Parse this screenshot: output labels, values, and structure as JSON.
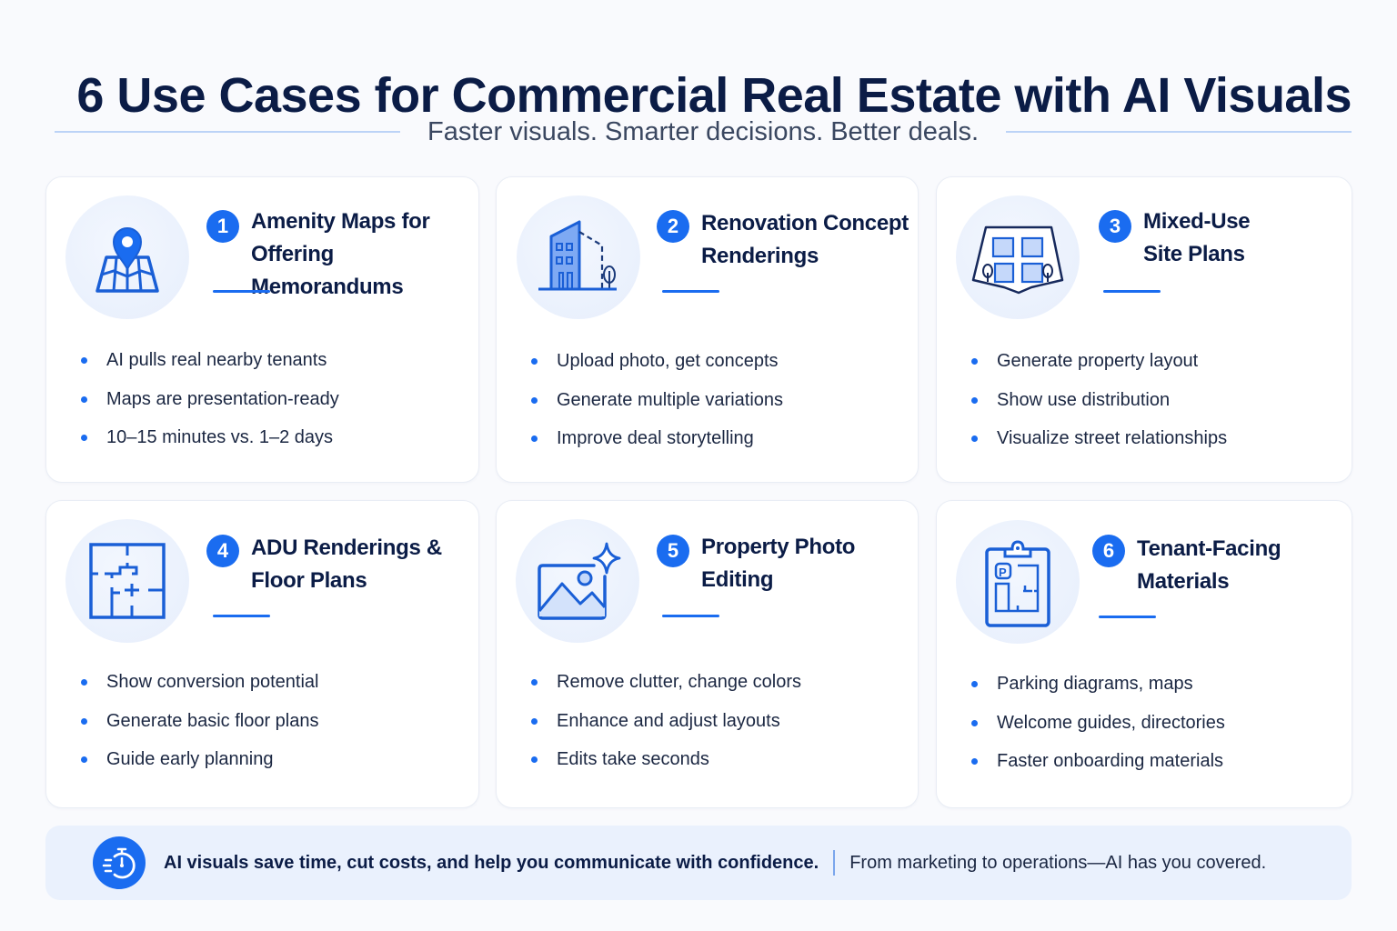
{
  "header": {
    "title": "6 Use Cases for Commercial Real Estate with AI Visuals",
    "subtitle": "Faster visuals. Smarter decisions. Better deals."
  },
  "colors": {
    "accent": "#1a6cf0",
    "title": "#0b1c46",
    "icon_bg": "#e6eefc",
    "footer_bg": "#eaf1fd"
  },
  "cards": [
    {
      "number": "1",
      "icon": "map-pin-icon",
      "title_line1": "Amenity Maps for",
      "title_line2": "Offering Memorandums",
      "bullets": [
        "AI pulls real nearby tenants",
        "Maps are presentation-ready",
        "10–15 minutes vs. 1–2 days"
      ]
    },
    {
      "number": "2",
      "icon": "building-renovation-icon",
      "title_line1": "Renovation Concept",
      "title_line2": "Renderings",
      "bullets": [
        "Upload photo, get concepts",
        "Generate multiple variations",
        "Improve deal storytelling"
      ]
    },
    {
      "number": "3",
      "icon": "site-plan-icon",
      "title_line1": "Mixed-Use",
      "title_line2": "Site Plans",
      "bullets": [
        "Generate property layout",
        "Show use distribution",
        "Visualize street relationships"
      ]
    },
    {
      "number": "4",
      "icon": "floor-plan-icon",
      "title_line1": "ADU Renderings &",
      "title_line2": "Floor Plans",
      "bullets": [
        "Show conversion potential",
        "Generate basic floor plans",
        "Guide early planning"
      ]
    },
    {
      "number": "5",
      "icon": "photo-sparkle-icon",
      "title_line1": "Property Photo",
      "title_line2": "Editing",
      "bullets": [
        "Remove clutter, change colors",
        "Enhance and adjust layouts",
        "Edits take seconds"
      ]
    },
    {
      "number": "6",
      "icon": "clipboard-parking-icon",
      "title_line1": "Tenant-Facing",
      "title_line2": "Materials",
      "bullets": [
        "Parking diagrams, maps",
        "Welcome guides, directories",
        "Faster onboarding materials"
      ]
    }
  ],
  "footer": {
    "icon": "stopwatch-icon",
    "main_message": "AI visuals save time, cut costs, and help you communicate with confidence.",
    "sub_message": "From marketing to operations—AI has you covered."
  }
}
